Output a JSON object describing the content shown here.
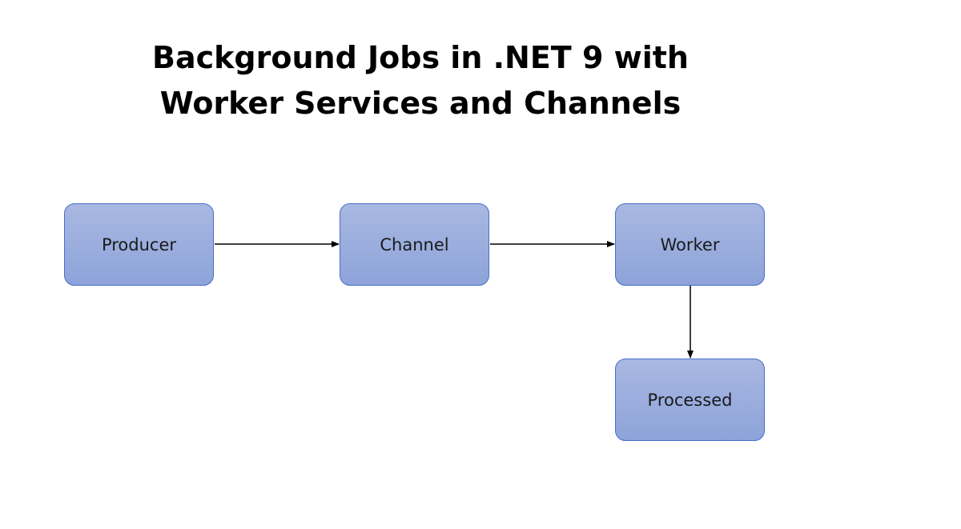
{
  "title": {
    "line1": "Background Jobs in .NET 9 with",
    "line2": "Worker Services and Channels"
  },
  "nodes": {
    "producer": "Producer",
    "channel": "Channel",
    "worker": "Worker",
    "processed": "Processed"
  },
  "edges": [
    {
      "from": "producer",
      "to": "channel"
    },
    {
      "from": "channel",
      "to": "worker"
    },
    {
      "from": "worker",
      "to": "processed"
    }
  ],
  "colors": {
    "node_fill_top": "#a9b8e2",
    "node_fill_bottom": "#8da3d9",
    "node_border": "#4a6fc7",
    "arrow": "#000000"
  }
}
